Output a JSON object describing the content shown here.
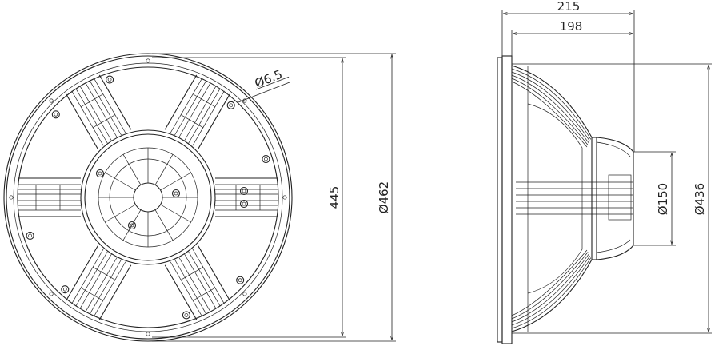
{
  "drawing": {
    "front_view": {
      "hole_diameter_label": "Ø6.5",
      "mounting_circle_label": "445",
      "outer_diameter_label": "Ø462"
    },
    "side_view": {
      "overall_depth_label": "215",
      "basket_depth_label": "198",
      "magnet_diameter_label": "Ø150",
      "baffle_diameter_label": "Ø436"
    },
    "line_color": "#222222"
  }
}
